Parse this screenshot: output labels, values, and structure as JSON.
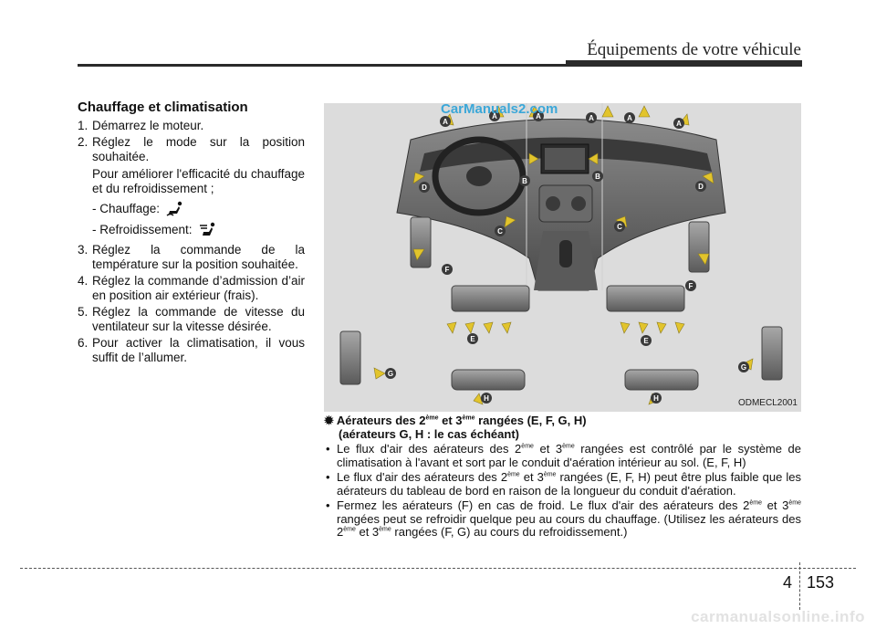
{
  "header": {
    "title": "Équipements de votre véhicule"
  },
  "left": {
    "section_title": "Chauffage et climatisation",
    "steps": [
      {
        "num": "1.",
        "text": "Démarrez le moteur."
      },
      {
        "num": "2.",
        "text": "Réglez le mode sur la position souhaitée."
      },
      {
        "num": "3.",
        "text": "Réglez la commande de la température sur la position souhaitée."
      },
      {
        "num": "4.",
        "text": "Réglez la commande d’admission d’air en position air extérieur (frais)."
      },
      {
        "num": "5.",
        "text": "Réglez la commande de vitesse du ventilateur sur la vitesse désirée."
      },
      {
        "num": "6.",
        "text": "Pour activer la climatisation, il vous suffit de l’allumer."
      }
    ],
    "note": "Pour améliorer l'efficacité du chauffage et du refroidissement ;",
    "heating_label": "- Chauffage:",
    "cooling_label": "- Refroidissement:",
    "heating_icon": "floor-mode-icon",
    "cooling_icon": "face-mode-icon"
  },
  "figure": {
    "watermark": "CarManuals2.com",
    "code": "ODMECL2001",
    "labels": [
      "A",
      "A",
      "A",
      "A",
      "A",
      "A",
      "B",
      "B",
      "C",
      "C",
      "D",
      "D",
      "E",
      "E",
      "F",
      "F",
      "G",
      "G",
      "H",
      "H"
    ]
  },
  "right": {
    "title_part1": "Aérateurs des 2",
    "title_sup1": "ème",
    "title_part2": " et 3",
    "title_sup2": "ème",
    "title_part3": " rangées (E, F, G, H)",
    "subtitle": "(aérateurs G, H : le cas échéant)",
    "b1_a": "Le flux d'air des aérateurs des 2",
    "b1_sup1": "ème",
    "b1_b": " et 3",
    "b1_sup2": "ème",
    "b1_c": " rangées est contrôlé par le système de climatisation à l'avant et sort par le conduit d'aération intérieur au sol. (E, F, H)",
    "b2_a": "Le flux d'air des aérateurs des 2",
    "b2_sup1": "ème",
    "b2_b": " et 3",
    "b2_sup2": "ème",
    "b2_c": " rangées (E, F, H) peut être plus faible que les aérateurs du tableau de bord en raison de la longueur du conduit d'aération.",
    "b3_a": "Fermez les aérateurs (F) en cas de froid. Le flux d'air des aérateurs des 2",
    "b3_sup1": "ème",
    "b3_b": " et 3",
    "b3_sup2": "ème",
    "b3_c": " rangées peut se refroidir quelque peu au cours du chauffage. (Utilisez les aérateurs des 2",
    "b3_sup3": "ème",
    "b3_d": " et 3",
    "b3_sup4": "ème",
    "b3_e": " rangées (F, G) au cours du refroidissement.)"
  },
  "footer": {
    "chapter": "4",
    "page": "153",
    "site": "carmanualsonline.info"
  }
}
